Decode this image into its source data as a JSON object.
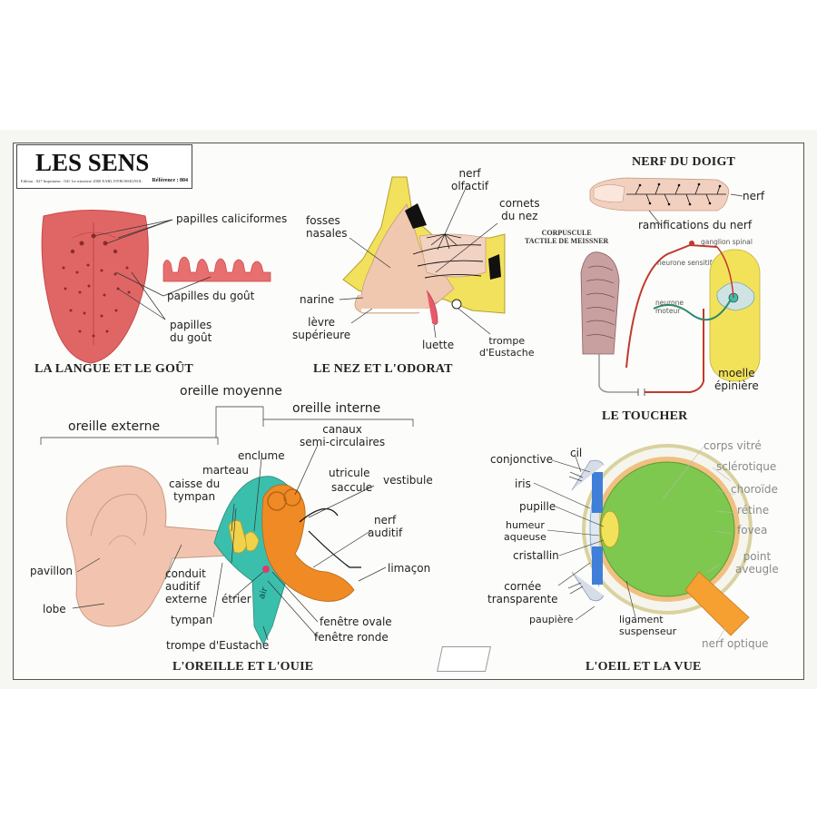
{
  "header": {
    "title": "LES SENS",
    "edition_line": "Edition : 027   Imprimeur : 041   1er trimestre 2000  EARL P.P.ROSSIGNOL",
    "reference": "Référence : 804"
  },
  "sections": {
    "langue": {
      "title": "LA LANGUE ET LE GOÛT",
      "labels": [
        "papilles caliciformes",
        "papilles du goût",
        "papilles\ndu goût"
      ]
    },
    "nez": {
      "title": "LE NEZ ET L'ODORAT",
      "labels": [
        "nerf\nolfactif",
        "cornets\ndu nez",
        "fosses\nnasales",
        "narine",
        "lèvre\nsupérieure",
        "luette",
        "trompe\nd'Eustache"
      ]
    },
    "toucher": {
      "title": "LE TOUCHER",
      "heading": "NERF DU DOIGT",
      "corpuscule": "CORPUSCULE\nTACTILE DE MEISSNER",
      "labels": [
        "nerf",
        "ramifications du nerf",
        "moelle\népinière"
      ],
      "small_labels": [
        "ganglion spinal",
        "neurone sensitif",
        "neurone\nmoteur"
      ]
    },
    "oreille": {
      "title": "L'OREILLE ET L'OUIE",
      "regions": [
        "oreille moyenne",
        "oreille interne",
        "oreille externe"
      ],
      "labels": [
        "canaux\nsemi-circulaires",
        "enclume",
        "marteau",
        "caisse du\ntympan",
        "utricule",
        "saccule",
        "vestibule",
        "nerf\nauditif",
        "limaçon",
        "pavillon",
        "conduit\nauditif\nexterne",
        "lobe",
        "étrier",
        "tympan",
        "fenêtre ovale",
        "fenêtre ronde",
        "trompe d'Eustache"
      ],
      "air_label": "air"
    },
    "oeil": {
      "title": "L'OEIL ET LA VUE",
      "labels": [
        "conjonctive",
        "cil",
        "iris",
        "pupille",
        "humeur\naqueuse",
        "cristallin",
        "cornée\ntransparente",
        "paupière",
        "ligament\nsuspenseur"
      ],
      "gray_labels": [
        "corps vitré",
        "sclérotique",
        "choroïde",
        "rétine",
        "fovea",
        "point\naveugle",
        "nerf optique"
      ]
    }
  },
  "colors": {
    "tongue": "#e06666",
    "nose_yellow": "#f2e15c",
    "skin": "#f0c8b0",
    "ear_teal": "#3bbfad",
    "ear_orange": "#f08a24",
    "eye_green": "#7ec850",
    "eye_blue": "#3f7fd9",
    "nerve_red": "#c0392b"
  }
}
